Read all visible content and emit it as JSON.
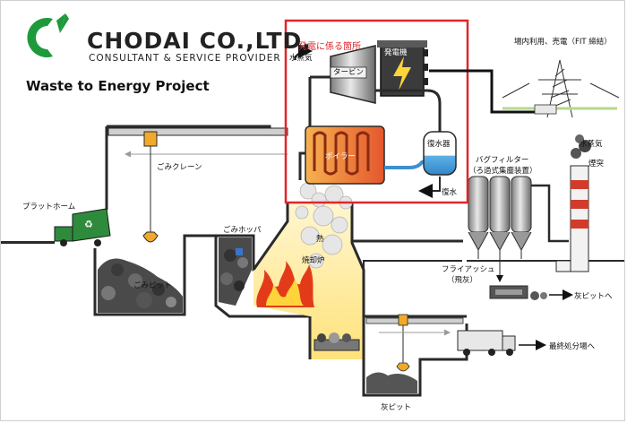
{
  "company": {
    "name": "CHODAI CO.,LTD.",
    "tagline": "CONSULTANT & SERVICE PROVIDER",
    "logo_color": "#1e9a3c"
  },
  "project_title": "Waste to Energy Project",
  "highlight_box": {
    "label": "発電に係る箇所",
    "color": "#e0262b"
  },
  "labels": {
    "steam_top": "水蒸気",
    "turbine": "タービン",
    "generator": "発電機",
    "power_use": "場内利用、売電（FIT 締結）",
    "boiler": "ボイラー",
    "condenser": "復水器",
    "condensate": "復水",
    "crane": "ごみクレーン",
    "platform": "プラットホーム",
    "hopper": "ごみホッパ",
    "heat": "熱",
    "incinerator": "焼却炉",
    "pit": "ごみピット",
    "bag_filter_1": "バグフィルター",
    "bag_filter_2": "（ろ過式集塵装置）",
    "steam_stack": "水蒸気",
    "chimney": "煙突",
    "fly_ash_1": "フライアッシュ",
    "fly_ash_2": "（飛灰）",
    "to_ash_pit": "灰ピットへ",
    "to_landfill": "最終処分場へ",
    "ash_pit": "灰ピット"
  },
  "colors": {
    "structure": "#2a2a2a",
    "pipe": "#555555",
    "water_pipe": "#3d8fd0",
    "boiler_fill": "#f39a3c",
    "fire": "#e33b1a",
    "flame_yellow": "#ffd43a",
    "ground": "#d9d9d9"
  }
}
